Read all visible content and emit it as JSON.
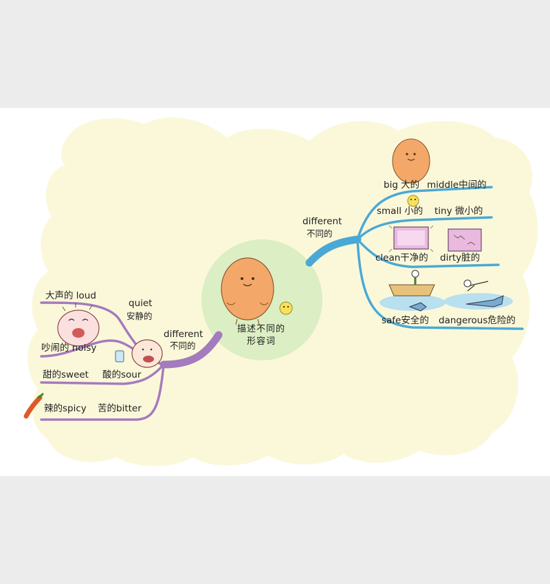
{
  "center": {
    "line1": "描述不同的",
    "line2": "形容词"
  },
  "right_branch": {
    "title_en": "different",
    "title_cn": "不同的",
    "items": {
      "big": "big 大的",
      "middle": "middle中间的",
      "small": "small 小的",
      "tiny": "tiny 微小的",
      "clean": "clean干净的",
      "dirty": "dirty脏的",
      "safe": "safe安全的",
      "dangerous": "dangerous危险的"
    }
  },
  "left_branch": {
    "title_en": "different",
    "title_cn": "不同的",
    "items": {
      "loud": "大声的 loud",
      "quiet_en": "quiet",
      "quiet_cn": "安静的",
      "noisy": "吵闹的 noisy",
      "sweet": "甜的sweet",
      "sour": "酸的sour",
      "spicy": "辣的spicy",
      "bitter": "苦的bitter"
    }
  },
  "colors": {
    "background": "#ececec",
    "cloud": "#fbf8da",
    "center_circle": "#dceec4",
    "right_branch": "#4aa9d4",
    "left_branch": "#a47bbd",
    "egg": "#f3a86a"
  }
}
